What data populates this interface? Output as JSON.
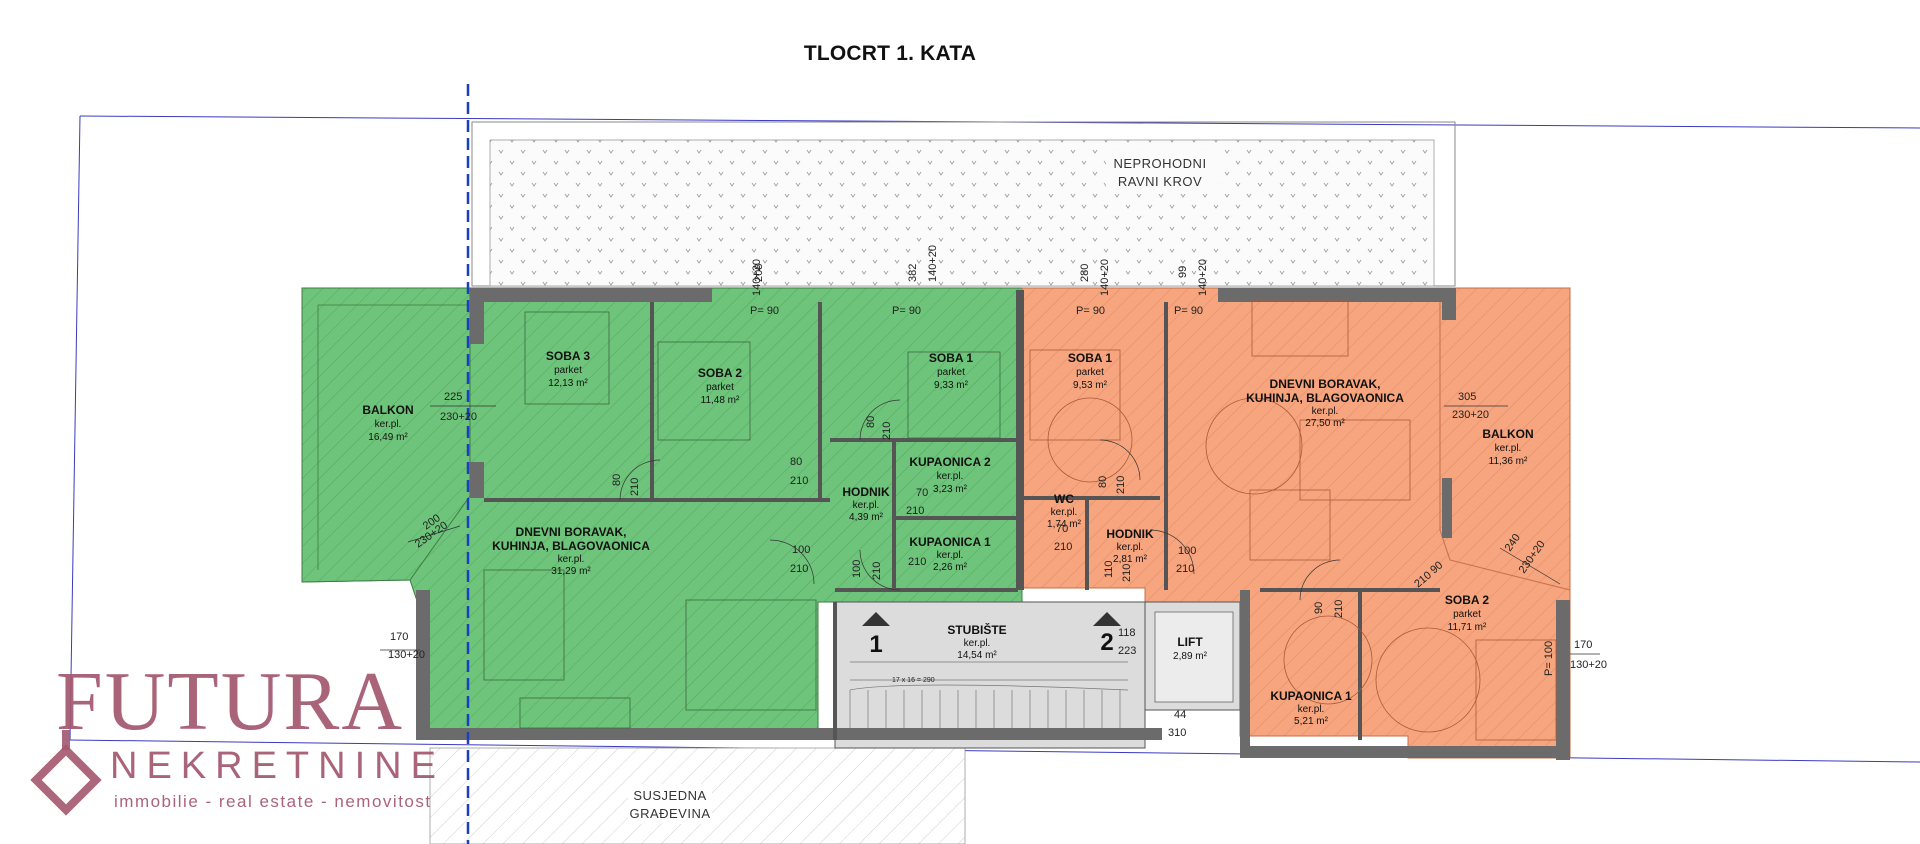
{
  "title": "TLOCRT 1. KATA",
  "roof": {
    "line1": "NEPROHODNI",
    "line2": "RAVNI KROV"
  },
  "neighbor": {
    "line1": "SUSJEDNA",
    "line2": "GRAĐEVINA"
  },
  "colors": {
    "green_unit": "#6ec47a",
    "orange_unit": "#f6a57e",
    "common": "#dcdcdc",
    "wall": "#555555",
    "axis": "#1a3fc2",
    "brand": "#a3576f"
  },
  "rooms": {
    "g_balkon": {
      "name": "BALKON",
      "floor": "ker.pl.",
      "area": "16,49 m²"
    },
    "g_soba3": {
      "name": "SOBA 3",
      "floor": "parket",
      "area": "12,13 m²"
    },
    "g_soba2": {
      "name": "SOBA 2",
      "floor": "parket",
      "area": "11,48 m²"
    },
    "g_soba1": {
      "name": "SOBA 1",
      "floor": "parket",
      "area": "9,33 m²"
    },
    "g_kup2": {
      "name": "KUPAONICA 2",
      "floor": "ker.pl.",
      "area": "3,23 m²"
    },
    "g_hodnik": {
      "name": "HODNIK",
      "floor": "ker.pl.",
      "area": "4,39 m²"
    },
    "g_kup1": {
      "name": "KUPAONICA 1",
      "floor": "ker.pl.",
      "area": "2,26 m²"
    },
    "g_dnevni": {
      "name1": "DNEVNI BORAVAK,",
      "name2": "KUHINJA, BLAGOVAONICA",
      "floor": "ker.pl.",
      "area": "31,29 m²"
    },
    "stubiste": {
      "name": "STUBIŠTE",
      "floor": "ker.pl.",
      "area": "14,54 m²"
    },
    "lift": {
      "name": "LIFT",
      "area": "2,89 m²"
    },
    "o_soba1": {
      "name": "SOBA 1",
      "floor": "parket",
      "area": "9,53 m²"
    },
    "o_wc": {
      "name": "WC",
      "floor": "ker.pl.",
      "area": "1,74 m²"
    },
    "o_hodnik": {
      "name": "HODNIK",
      "floor": "ker.pl.",
      "area": "2,81 m²"
    },
    "o_dnevni": {
      "name1": "DNEVNI BORAVAK,",
      "name2": "KUHINJA, BLAGOVAONICA",
      "floor": "ker.pl.",
      "area": "27,50 m²"
    },
    "o_balkon": {
      "name": "BALKON",
      "floor": "ker.pl.",
      "area": "11,36 m²"
    },
    "o_kup1": {
      "name": "KUPAONICA 1",
      "floor": "ker.pl.",
      "area": "5,21 m²"
    },
    "o_soba2": {
      "name": "SOBA 2",
      "floor": "parket",
      "area": "11,71 m²"
    }
  },
  "stair_numbers": {
    "n1": "1",
    "n2": "2"
  },
  "dims": {
    "d225": "225",
    "d230_20a": "230+20",
    "d200": "200",
    "d230_20b": "230+20",
    "d170a": "170",
    "d130_20a": "130+20",
    "d208": "208",
    "d140_20a": "140+20",
    "p90a": "P= 90",
    "d382": "382",
    "d140_20b": "140+20",
    "p90b": "P= 90",
    "d280": "280",
    "d140_20c": "140+20",
    "p90c": "P= 90",
    "d99": "99",
    "d140_20d": "140+20",
    "p90d": "P= 90",
    "d305": "305",
    "d230_20c": "230+20",
    "d240": "240",
    "d230_20d": "230+20",
    "d170b": "170",
    "d130_20b": "130+20",
    "p100": "P= 100",
    "d80a": "80",
    "d210a": "210",
    "d80b": "80",
    "d210b": "210",
    "d80c": "80",
    "d210c": "210",
    "d70a": "70",
    "d210d": "210",
    "d100a": "100",
    "d210e": "210",
    "d100b": "100",
    "d210f": "210",
    "d210g": "210",
    "d80d": "80",
    "d210h": "210",
    "d70b": "70",
    "d210i": "210",
    "d110": "110",
    "d210j": "210",
    "d100c": "100",
    "d210k": "210",
    "d90a": "90",
    "d210l": "210",
    "d90b": "90",
    "d210m": "210",
    "d118": "118",
    "d223": "223",
    "d44": "44",
    "d310": "310",
    "stair_label": "17 x 16 = 290"
  },
  "brand": {
    "name": "FUTURA",
    "sub": "NEKRETNINE",
    "tag": "immobilie - real estate - nemovitost"
  }
}
